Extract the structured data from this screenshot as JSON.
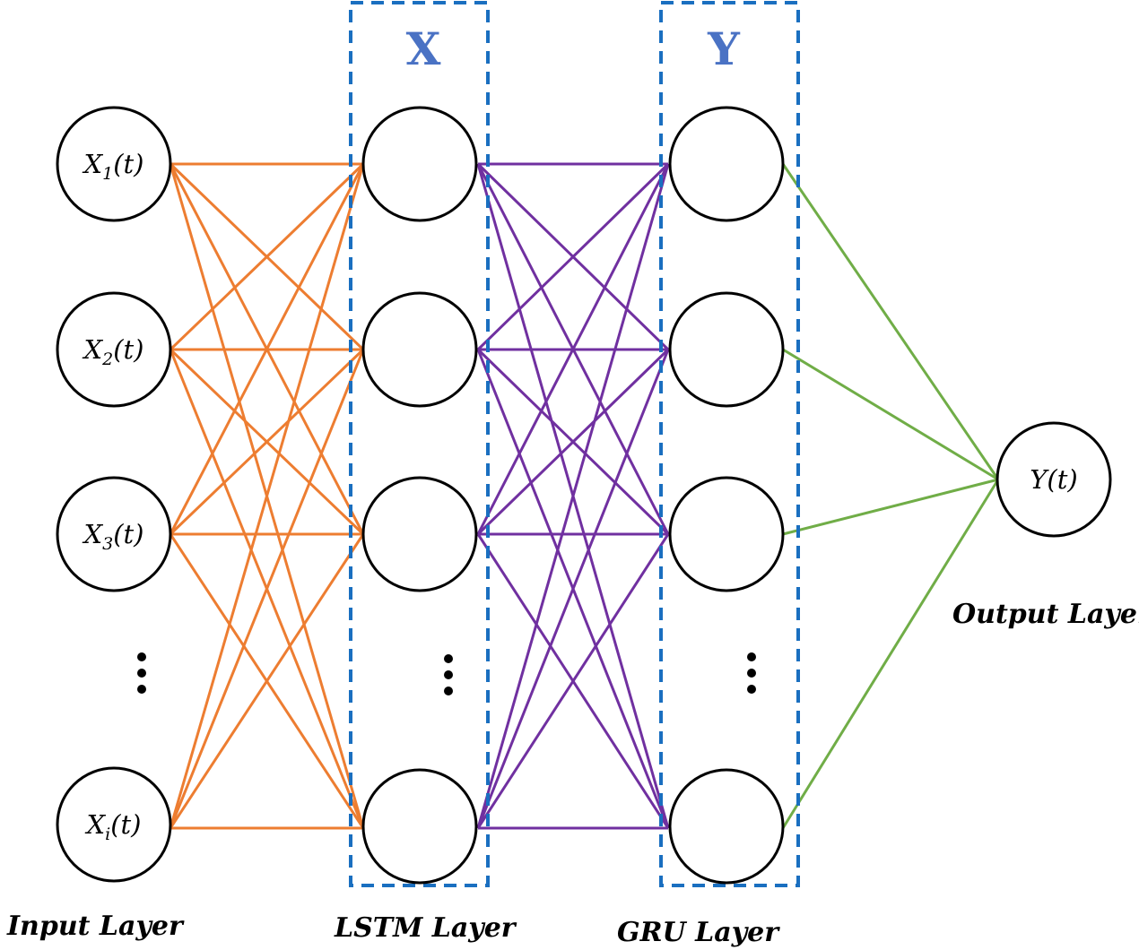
{
  "boxes": {
    "x_label": "X",
    "y_label": "Y"
  },
  "layers": {
    "input": "Input Layer",
    "lstm": "LSTM Layer",
    "gru": "GRU Layer",
    "output": "Output Layer"
  },
  "input_nodes": [
    {
      "main": "X",
      "sub": "1",
      "arg": "(t)"
    },
    {
      "main": "X",
      "sub": "2",
      "arg": "(t)"
    },
    {
      "main": "X",
      "sub": "3",
      "arg": "(t)"
    },
    {
      "main": "X",
      "sub": "i",
      "arg": "(t)"
    }
  ],
  "output_node": {
    "main": "Y",
    "arg": "(t)"
  },
  "colors": {
    "input_to_lstm": "#ed7d31",
    "lstm_to_gru": "#7030a0",
    "gru_to_output": "#70ad47",
    "box": "#1a6fc0",
    "box_label": "#4a72c4"
  }
}
